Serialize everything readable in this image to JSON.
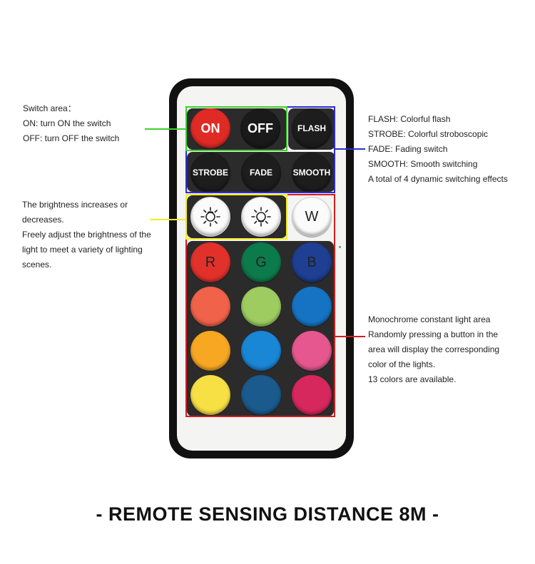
{
  "buttons": {
    "on": "ON",
    "off": "OFF",
    "flash": "FLASH",
    "strobe": "STROBE",
    "fade": "FADE",
    "smooth": "SMOOTH",
    "w": "W",
    "r": "R",
    "g": "G",
    "b": "B"
  },
  "color_buttons": [
    {
      "color": "#e2312a"
    },
    {
      "color": "#0d7a4b"
    },
    {
      "color": "#1e3f92"
    },
    {
      "color": "#f0624a"
    },
    {
      "color": "#9ecc60"
    },
    {
      "color": "#1673c4"
    },
    {
      "color": "#f7a722"
    },
    {
      "color": "#1a86d6"
    },
    {
      "color": "#e6578f"
    },
    {
      "color": "#f7e044"
    },
    {
      "color": "#1b5a8c"
    },
    {
      "color": "#d7285e"
    }
  ],
  "button_colors": {
    "on": "#e02b24",
    "off": "#1a1a1a"
  },
  "annotations": {
    "switch": [
      "Switch area：",
      "ON: turn ON the switch",
      "OFF: turn OFF the switch"
    ],
    "dynamic": [
      "FLASH: Colorful flash",
      "STROBE: Colorful stroboscopic",
      "FADE: Fading switch",
      "SMOOTH: Smooth switching",
      "A total of 4 dynamic switching effects"
    ],
    "brightness": [
      "The brightness increases or",
      "decreases.",
      "Freely adjust the brightness of the",
      "light to meet a variety of lighting",
      "scenes."
    ],
    "monochrome": [
      "Monochrome constant light area",
      "Randomly pressing a button in the",
      "area will display the corresponding",
      "color of the lights.",
      "13 colors are available."
    ]
  },
  "highlight_colors": {
    "switch": "#3ecf2b",
    "dynamic": "#2d2bd6",
    "brightness": "#f2ee1e",
    "monochrome": "#d31d1d"
  },
  "footer": "- REMOTE SENSING DISTANCE 8M -"
}
